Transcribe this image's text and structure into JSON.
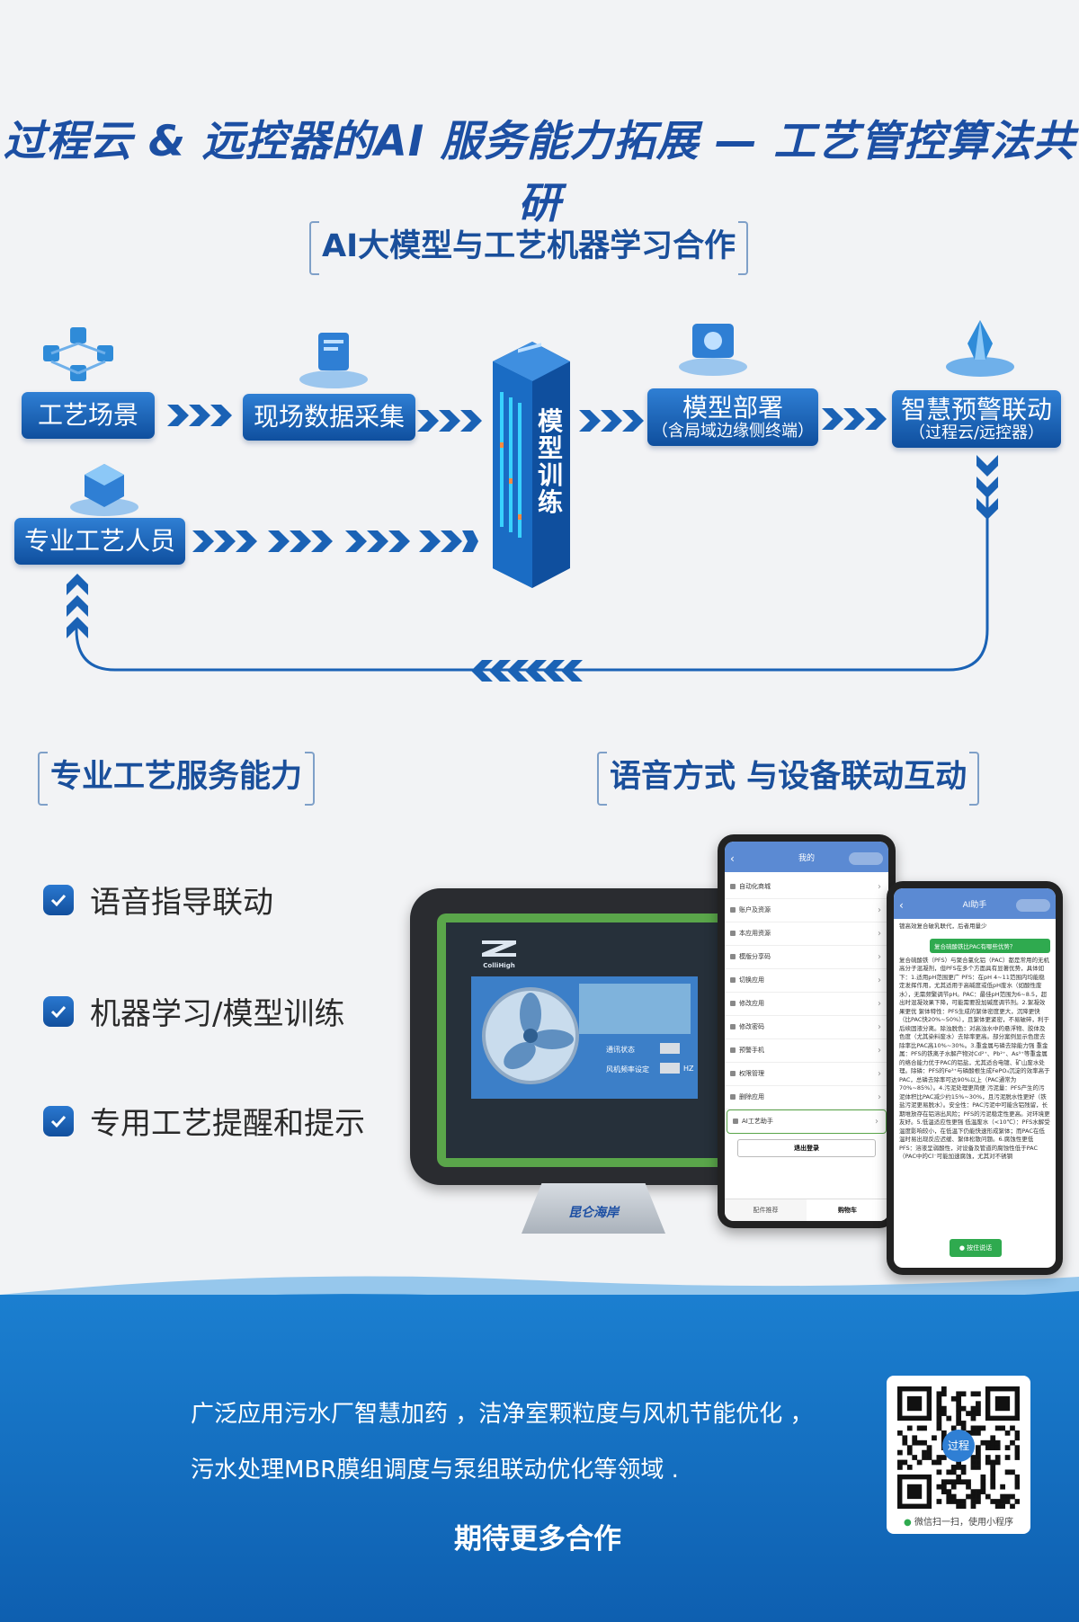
{
  "header": {
    "title": "过程云 & 远控器的AI 服务能力拓展 — 工艺管控算法共研"
  },
  "section1": {
    "title": "AI大模型与工艺机器学习合作"
  },
  "flow": {
    "process_scene": "工艺场景",
    "data_collection": "现场数据采集",
    "model_training": "模型训练",
    "model_deploy": "模型部署",
    "model_deploy_sub": "（含局域边缘侧终端）",
    "alert_link": "智慧预警联动",
    "alert_link_sub": "（过程云/远控器）",
    "expert": "专业工艺人员"
  },
  "section2": {
    "title": "专业工艺服务能力"
  },
  "section3": {
    "title": "语音方式 与设备联动互动"
  },
  "features": [
    {
      "label": "语音指导联动"
    },
    {
      "label": "机器学习/模型训练"
    },
    {
      "label": "专用工艺提醒和提示"
    }
  ],
  "hmi": {
    "brand": "ColliHigh",
    "comm_status": "通讯状态",
    "fan_freq": "风机频率设定",
    "freq_unit": "HZ",
    "stand_brand": "昆仑海岸"
  },
  "phone1": {
    "title": "我的",
    "menu": [
      "自动化商城",
      "账户及资源",
      "本应用资源",
      "模版分享码",
      "切换应用",
      "修改应用",
      "修改密码",
      "预警手机",
      "权限管理",
      "删除应用",
      "AI工艺助手"
    ],
    "logout": "退出登录",
    "tab_left": "配件推荐",
    "tab_right": "购物车"
  },
  "phone2": {
    "title": "AI助手",
    "q1": "镀高效复合破乳联代，后者用量少",
    "question": "复合硫酸铁比PAC有哪些优势？",
    "answer": "复合硫酸铁（PFS）与聚合氯化铝（PAC）都是常用的无机高分子混凝剂，但PFS在多个方面具有显著优势，具体如下：1.适用pH范围更广 PFS：在pH 4~11范围内均能稳定发挥作用，尤其适用于高碱度或低pH废水（如酸性废水），无需频繁调节pH。PAC：最佳pH范围为6~8.5，超出时混凝效果下降，可能需要投加碱度调节剂。2.絮凝效果更优 絮体特性：PFS生成的絮体密度更大，沉降更快（比PAC快20%~50%），且絮体更紧密，不易破碎，利于后续固液分离。除浊脱色：对高浊水中的悬浮物、胶体及色度（尤其染料废水）去除率更高。部分案例显示色度去除率比PAC高10%~30%。3.重金属与磷去除能力强 重金属：PFS的铁离子水解产物对Cd²⁺、Pb²⁺、As⁵⁺等重金属的络合能力优于PAC的铝盐，尤其适合电镀、矿山废水处理。除磷：PFS的Fe³⁺与磷酸根生成FePO₄沉淀的效率高于PAC，总磷去除率可达90%以上（PAC通常为70%~85%）。4.污泥处理更简便 污泥量：PFS产生的污泥体积比PAC减少约15%~30%，且污泥脱水性更好（铁盐污泥更易脱水）。安全性：PAC污泥中可能含铝残留，长期堆放存在铝溶出风险；PFS的污泥稳定性更高。对环境更友好。5.低温适应性更强 低温废水（<10℃）：PFS水解受温度影响较小，在低温下仍能快速形成絮体；而PAC在低温时易出现反应迟缓、絮体松散问题。6.腐蚀性更低 PFS：溶液呈弱酸性，对设备及管道的腐蚀性低于PAC（PAC中的Cl⁻可能加速腐蚀，尤其对不锈钢",
    "voice_btn": "按住说话"
  },
  "footer": {
    "line1": "广泛应用污水厂智慧加药 ，洁净室颗粒度与风机节能优化 ，",
    "line2": "污水处理MBR膜组调度与泵组联动优化等领域 .",
    "cta": "期待更多合作",
    "qr_center": "过程",
    "qr_caption": "微信扫一扫，使用小程序"
  },
  "colors": {
    "brand_blue": "#1c4fa3",
    "accent": "#1673c8",
    "footer_bg": "#0e65b8"
  }
}
